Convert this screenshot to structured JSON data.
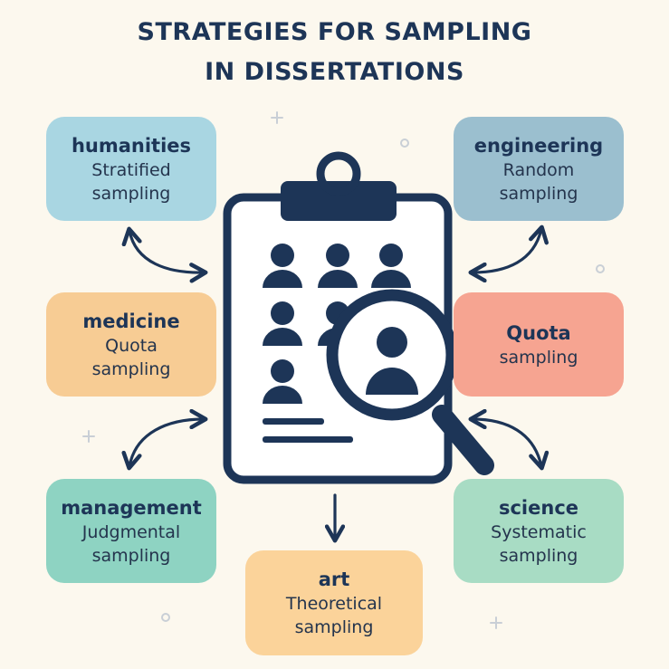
{
  "title": {
    "line1": "STRATEGIES FOR SAMPLING",
    "line2": "IN DISSERTATIONS"
  },
  "cards": [
    {
      "id": "humanities",
      "heading": "humanities",
      "text": "Stratified\nsampling",
      "color": "#a9d6e2"
    },
    {
      "id": "engineering",
      "heading": "engineering",
      "text": "Random\nsampling",
      "color": "#9bbfcf"
    },
    {
      "id": "medicine",
      "heading": "medicine",
      "text": "Quota\nsampling",
      "color": "#f7cc94"
    },
    {
      "id": "quota",
      "heading": "Quota",
      "text": "sampling",
      "color": "#f6a491"
    },
    {
      "id": "management",
      "heading": "management",
      "text": "Judgmental\nsampling",
      "color": "#8ed3c2"
    },
    {
      "id": "science",
      "heading": "science",
      "text": "Systematic\nsampling",
      "color": "#a8dcc4"
    },
    {
      "id": "art",
      "heading": "art",
      "text": "Theoretical\nsampling",
      "color": "#fbd39a"
    }
  ],
  "colors": {
    "navy": "#1d3557",
    "background": "#fcf8ee",
    "decor": "#c9cfd6"
  },
  "icons": [
    "clipboard-icon",
    "magnifying-glass-icon",
    "person-icon"
  ]
}
